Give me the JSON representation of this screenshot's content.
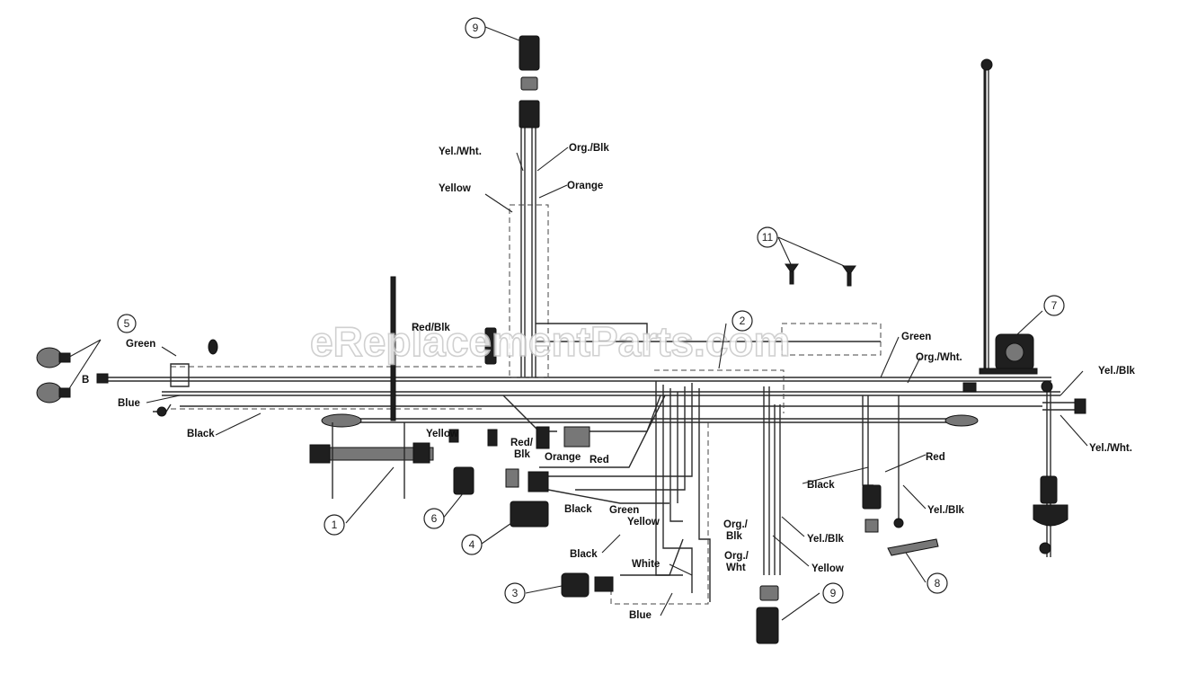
{
  "watermark": "eReplacementParts.com",
  "wire_labels": {
    "yel_wht_top": "Yel./Wht.",
    "org_blk_top": "Org./Blk",
    "yellow_top": "Yellow",
    "orange_top": "Orange",
    "red_blk_top": "Red/Blk",
    "green_left": "Green",
    "blue_left": "Blue",
    "black_left": "Black",
    "yellow_mid": "Yellow",
    "red_blk_mid": "Red/\nBlk",
    "orange_mid": "Orange",
    "red_mid": "Red",
    "black_mid": "Black",
    "green_mid": "Green",
    "yellow_mid2": "Yellow",
    "black_low": "Black",
    "white_low": "White",
    "blue_low": "Blue",
    "org_blk_low": "Org./\nBlk",
    "org_wht_low": "Org./\nWht",
    "yel_blk_low": "Yel./Blk",
    "yellow_low": "Yellow",
    "green_right": "Green",
    "org_wht_right": "Org./Wht.",
    "yel_blk_right": "Yel./Blk",
    "yel_wht_right": "Yel./Wht.",
    "black_right": "Black",
    "red_right": "Red",
    "yel_blk_right2": "Yel./Blk",
    "b_left": "B"
  },
  "callouts": {
    "c1": "1",
    "c2": "2",
    "c3": "3",
    "c4": "4",
    "c5": "5",
    "c6": "6",
    "c7": "7",
    "c8": "8",
    "c9a": "9",
    "c9b": "9",
    "c11": "11"
  }
}
